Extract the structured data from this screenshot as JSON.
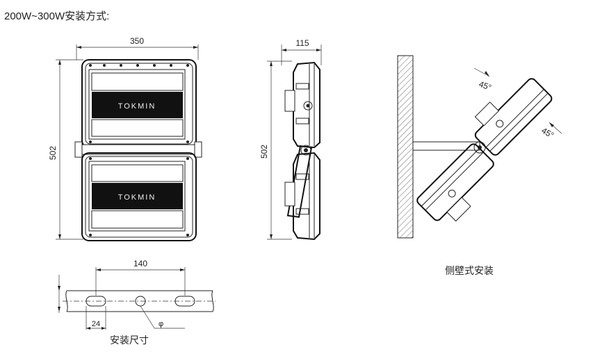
{
  "heading": "200W~300W安装方式:",
  "front_view": {
    "width_dim": "350",
    "height_dim": "502",
    "logo": "TOKMIN"
  },
  "side_view": {
    "width_dim": "115",
    "height_dim": "502"
  },
  "wall_mount": {
    "angle_top": "45°",
    "angle_right": "45°",
    "caption": "侧壁式安装"
  },
  "bracket": {
    "spacing_dim": "140",
    "slot_dim": "24",
    "hole_label": "φ",
    "caption": "安装尺寸"
  }
}
